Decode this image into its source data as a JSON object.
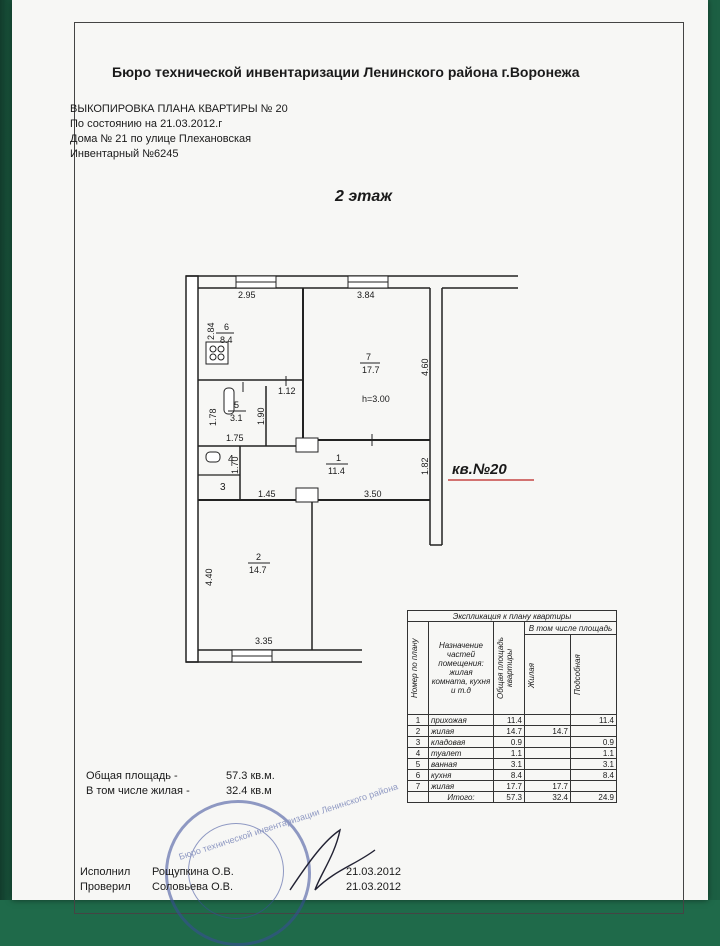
{
  "document": {
    "title": "Бюро технической инвентаризации Ленинского района г.Воронежа",
    "header_lines": [
      "ВЫКОПИРОВКА ПЛАНА КВАРТИРЫ № 20",
      "По состоянию на 21.03.2012.г",
      "Дома №  21 по улице Плехановская",
      "Инвентарный №6245"
    ],
    "floor_label": "2 этаж",
    "apartment_label": "кв.№20"
  },
  "plan": {
    "rooms": [
      {
        "num": "6",
        "area": "8.4"
      },
      {
        "num": "7",
        "area": "17.7"
      },
      {
        "num": "5",
        "area": "3.1"
      },
      {
        "num": "4",
        "area": ""
      },
      {
        "num": "3",
        "area": ""
      },
      {
        "num": "1",
        "area": "11.4"
      },
      {
        "num": "2",
        "area": "14.7"
      }
    ],
    "ceiling_height": "h=3.00",
    "dimensions": [
      "2.95",
      "3.84",
      "2.84",
      "4.60",
      "1.12",
      "1.78",
      "1.90",
      "1.75",
      "1.70",
      "1.82",
      "1.45",
      "3.50",
      "4.40",
      "3.35"
    ]
  },
  "totals": {
    "total_label": "Общая площадь -",
    "total_value": "57.3 кв.м.",
    "living_label": "В том числе жилая  -",
    "living_value": "32.4 кв.м"
  },
  "explication": {
    "caption": "Экспликация к плану квартиры",
    "col_number": "Номер по плану",
    "col_purpose": "Назначение частей помещения: жилая комната, кухня и т.д",
    "col_total": "Общая площадь квартиры",
    "col_including": "В том числе площадь",
    "col_living": "Жилая",
    "col_aux": "Подсобная",
    "rows": [
      {
        "n": "1",
        "name": "прихожая",
        "total": "11.4",
        "living": "",
        "aux": "11.4"
      },
      {
        "n": "2",
        "name": "жилая",
        "total": "14.7",
        "living": "14.7",
        "aux": ""
      },
      {
        "n": "3",
        "name": "кладовая",
        "total": "0.9",
        "living": "",
        "aux": "0.9"
      },
      {
        "n": "4",
        "name": "туалет",
        "total": "1.1",
        "living": "",
        "aux": "1.1"
      },
      {
        "n": "5",
        "name": "ванная",
        "total": "3.1",
        "living": "",
        "aux": "3.1"
      },
      {
        "n": "6",
        "name": "кухня",
        "total": "8.4",
        "living": "",
        "aux": "8.4"
      },
      {
        "n": "7",
        "name": "жилая",
        "total": "17.7",
        "living": "17.7",
        "aux": ""
      }
    ],
    "totals_row": {
      "label": "Итого:",
      "total": "57.3",
      "living": "32.4",
      "aux": "24.9"
    }
  },
  "signatures": [
    {
      "role": "Исполнил",
      "name": "Рощупкина О.В.",
      "date": "21.03.2012"
    },
    {
      "role": "Проверил",
      "name": "Соловьева О.В.",
      "date": "21.03.2012"
    }
  ],
  "stamp_text": "Бюро технической инвентаризации Ленинского района"
}
